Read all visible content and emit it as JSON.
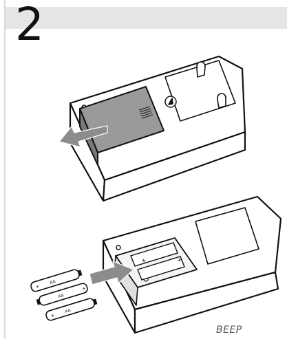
{
  "step": {
    "number": "2"
  },
  "battery_label": "AA",
  "caption": "BEEP",
  "colors": {
    "header_band": "#e6e6e6",
    "line": "#111111",
    "battery_cover": "#9a9a9a",
    "arrow": "#8c8c8c",
    "divider": "#d9d9d9"
  }
}
